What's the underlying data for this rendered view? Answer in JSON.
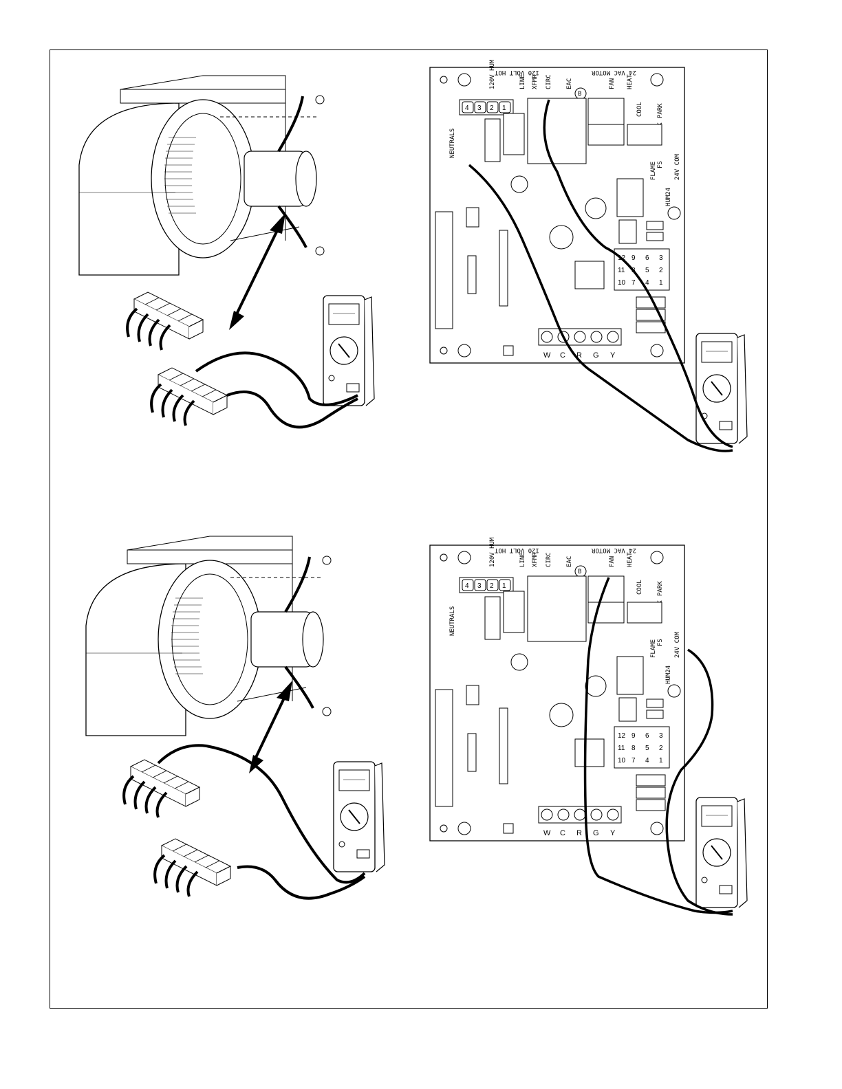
{
  "board_labels": {
    "top_left": "120 VOLT HOT",
    "top_right": "24 VAC MOTOR",
    "hum": "120V HUM",
    "line": "LINE",
    "xfmr": "XFMR",
    "circ": "CIRC",
    "eac": "EAC",
    "fan": "FAN",
    "heat": "HEAT",
    "cool": "COOL",
    "park1": "PARK",
    "park2": "PARK",
    "park3": "PARK",
    "park4": "PARK",
    "neutrals": "NEUTRALS",
    "flame": "FLAME",
    "fs": "FS",
    "com": "24V COM",
    "hum24": "HUM24",
    "b": "B"
  },
  "plug_pins": [
    "4",
    "3",
    "2",
    "1"
  ],
  "keypad": [
    "12",
    "9",
    "6",
    "3",
    "11",
    "8",
    "5",
    "2",
    "10",
    "7",
    "4",
    "1"
  ],
  "terminals": [
    "W",
    "C",
    "R",
    "G",
    "Y"
  ]
}
